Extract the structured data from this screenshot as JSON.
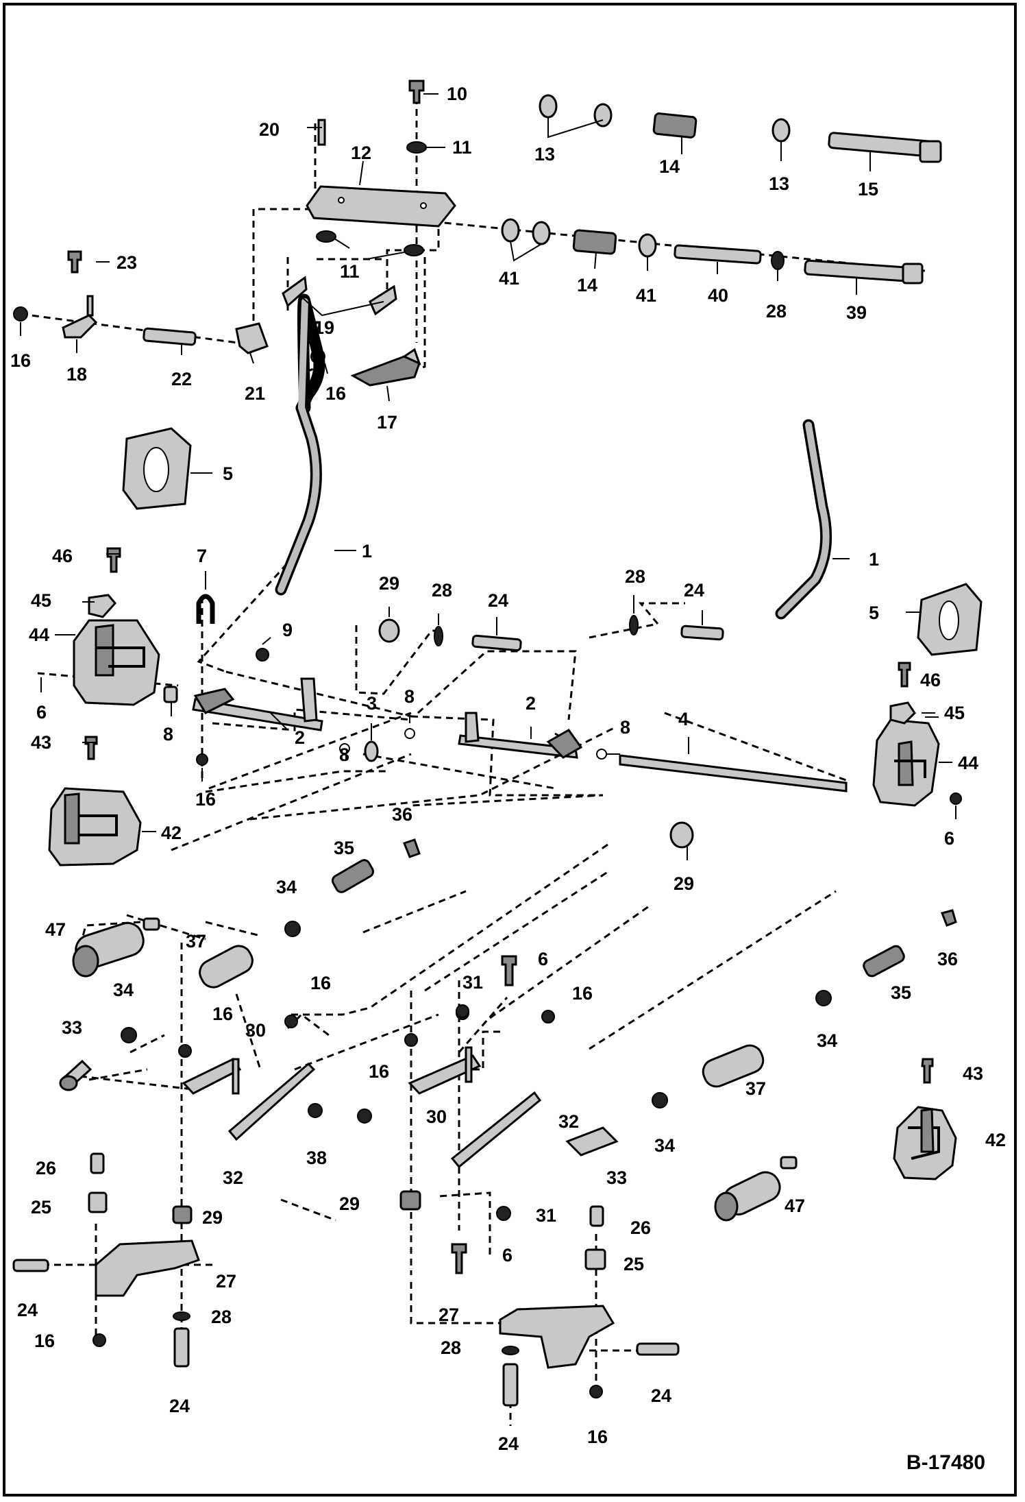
{
  "figure_id": "B-17480",
  "callouts": [
    "1",
    "2",
    "3",
    "4",
    "5",
    "6",
    "7",
    "8",
    "9",
    "10",
    "11",
    "12",
    "13",
    "14",
    "15",
    "16",
    "17",
    "18",
    "19",
    "20",
    "21",
    "22",
    "23",
    "24",
    "25",
    "26",
    "27",
    "28",
    "29",
    "30",
    "31",
    "32",
    "33",
    "34",
    "35",
    "36",
    "37",
    "38",
    "39",
    "40",
    "41",
    "42",
    "43",
    "44",
    "45",
    "46",
    "47"
  ]
}
